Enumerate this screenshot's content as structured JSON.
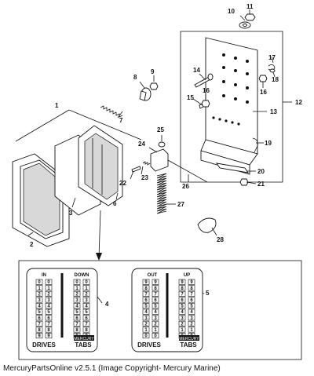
{
  "callouts": [
    {
      "id": "1",
      "label": "1"
    },
    {
      "id": "2",
      "label": "2"
    },
    {
      "id": "3",
      "label": "3"
    },
    {
      "id": "4",
      "label": "4"
    },
    {
      "id": "5",
      "label": "5"
    },
    {
      "id": "6",
      "label": "6"
    },
    {
      "id": "7",
      "label": "7"
    },
    {
      "id": "8",
      "label": "8"
    },
    {
      "id": "9",
      "label": "9"
    },
    {
      "id": "10",
      "label": "10"
    },
    {
      "id": "11",
      "label": "11"
    },
    {
      "id": "12",
      "label": "12"
    },
    {
      "id": "13",
      "label": "13"
    },
    {
      "id": "14",
      "label": "14"
    },
    {
      "id": "15",
      "label": "15"
    },
    {
      "id": "16a",
      "label": "16"
    },
    {
      "id": "16b",
      "label": "16"
    },
    {
      "id": "17",
      "label": "17"
    },
    {
      "id": "18",
      "label": "18"
    },
    {
      "id": "19",
      "label": "19"
    },
    {
      "id": "20",
      "label": "20"
    },
    {
      "id": "21",
      "label": "21"
    },
    {
      "id": "22",
      "label": "22"
    },
    {
      "id": "23",
      "label": "23"
    },
    {
      "id": "24",
      "label": "24"
    },
    {
      "id": "25",
      "label": "25"
    },
    {
      "id": "26",
      "label": "26"
    },
    {
      "id": "27",
      "label": "27"
    },
    {
      "id": "28",
      "label": "28"
    }
  ],
  "panel_left": {
    "col1_header": "IN",
    "col2_header": "DOWN",
    "col1_digits": [
      "0",
      "1",
      "2",
      "3",
      "4",
      "5",
      "6",
      "7",
      "8",
      "9"
    ],
    "col2_digits": [
      "0",
      "1",
      "2",
      "3",
      "4",
      "5",
      "6",
      "7",
      "8",
      "9"
    ],
    "footer_left": "DRIVES",
    "footer_right": "TABS",
    "logo_text": "MERCURY"
  },
  "panel_right": {
    "col1_header": "OUT",
    "col2_header": "UP",
    "col1_digits": [
      "9",
      "8",
      "7",
      "6",
      "5",
      "4",
      "3",
      "2",
      "1",
      "0"
    ],
    "col2_digits": [
      "9",
      "8",
      "7",
      "6",
      "5",
      "4",
      "3",
      "2",
      "1",
      "0"
    ],
    "footer_left": "DRIVES",
    "footer_right": "TABS",
    "logo_text": "MERCURY"
  },
  "caption": "MercuryPartsOnline v2.5.1 (Image Copyright- Mercury Marine)"
}
